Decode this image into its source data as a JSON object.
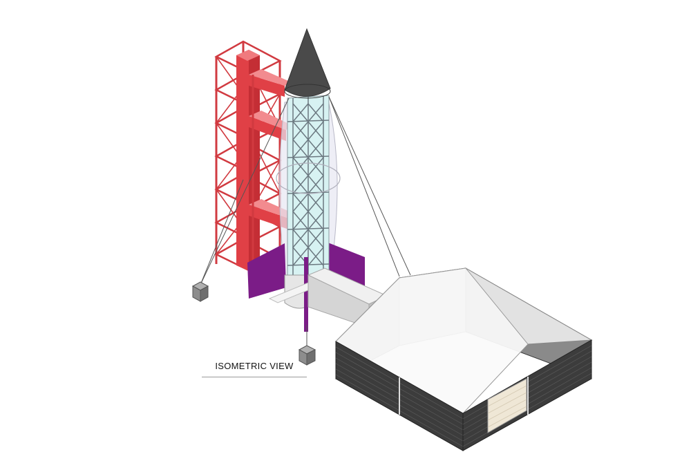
{
  "caption": {
    "text": "ISOMETRIC VIEW"
  },
  "colors": {
    "tower_red": "#e04046",
    "tower_red_dark": "#b8262d",
    "fin_purple": "#7b1c87",
    "nose_cone": "#4a4a4a",
    "glass": "#d7f2f2",
    "shed_dark": "#3c3c3c",
    "shed_roof": "#f1f1f1",
    "anchor_grey": "#8d8d8d"
  },
  "icons": [
    "rocket-nose-cone",
    "launch-tower",
    "fin",
    "anchor-block",
    "shed",
    "shed-door"
  ]
}
